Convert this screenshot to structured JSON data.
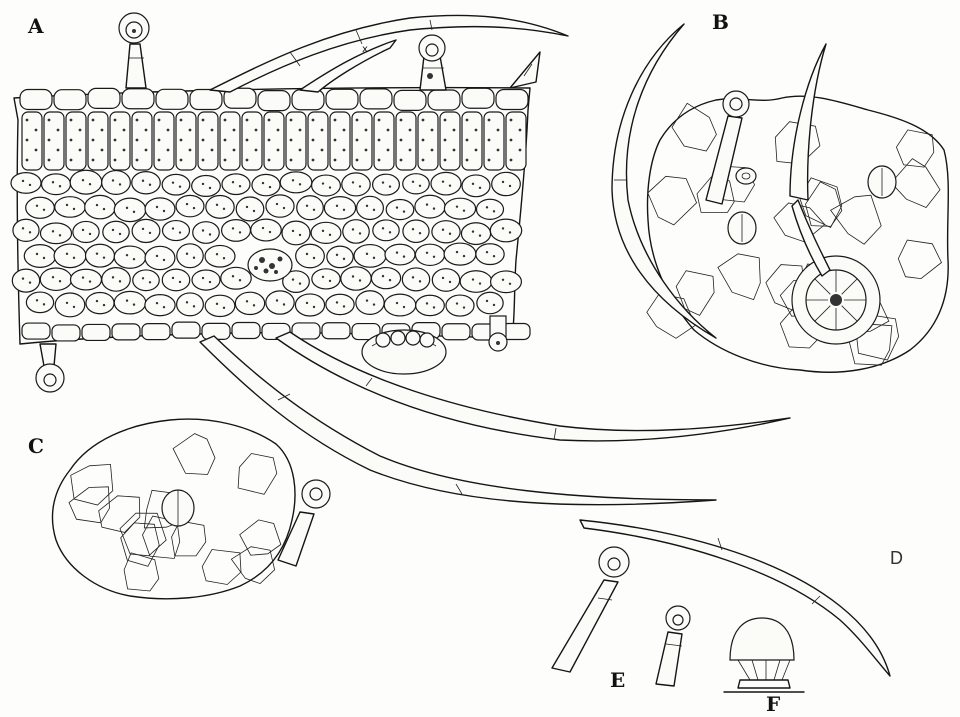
{
  "labels": {
    "a": "A",
    "b": "B",
    "c": "C",
    "d": "D",
    "e": "E",
    "f": "F"
  },
  "colors": {
    "ink": "#151515",
    "paper": "#fdfdfb"
  }
}
